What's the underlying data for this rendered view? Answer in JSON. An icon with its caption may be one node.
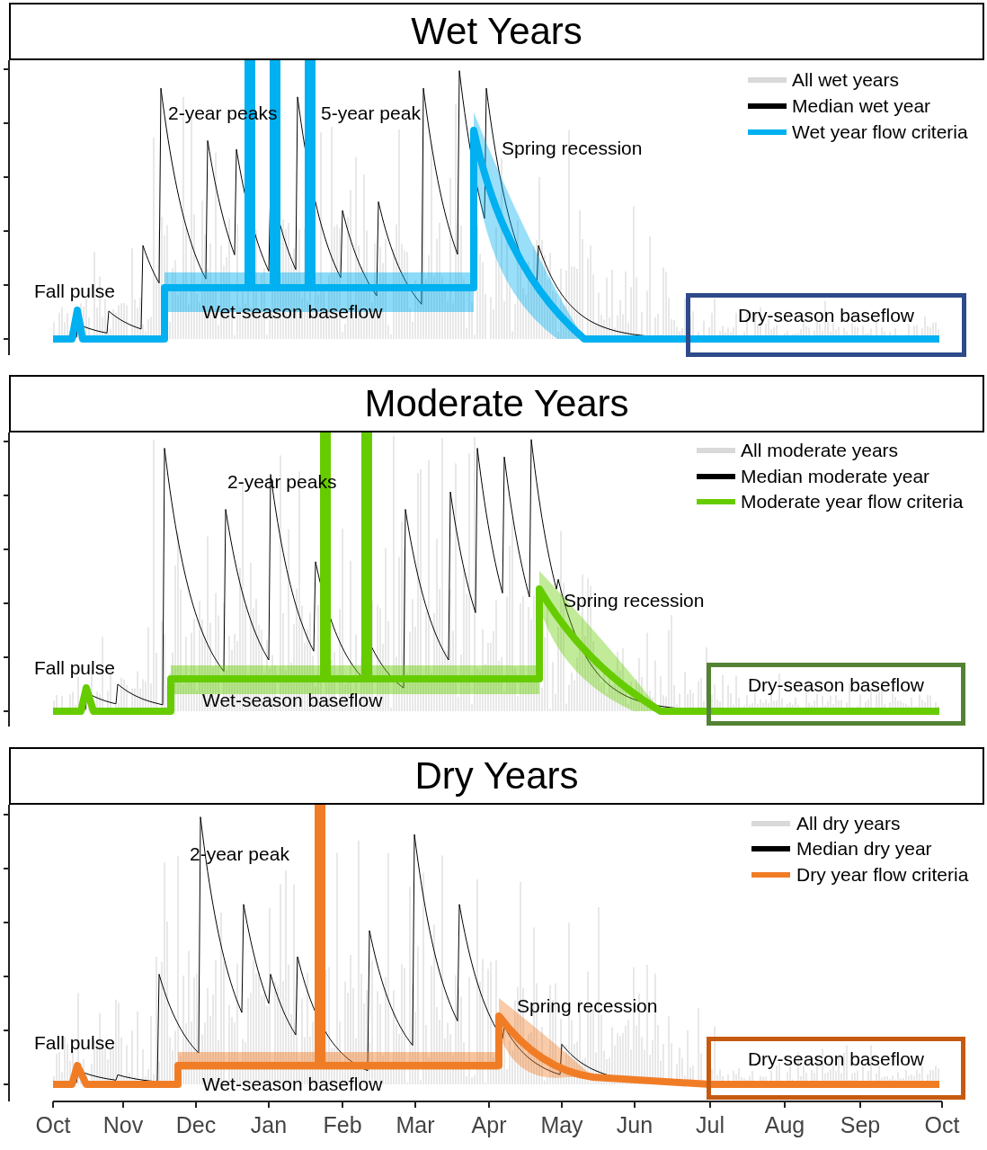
{
  "diagram": {
    "nodes": [
      {
        "text": [
          "Wet Years"
        ]
      },
      {
        "text": [
          "Dry-season baseflow"
        ]
      },
      {
        "text": [
          "Moderate Years"
        ]
      },
      {
        "text": [
          "Dry-season baseflow"
        ]
      },
      {
        "text": [
          "Dry Years"
        ]
      },
      {
        "text": [
          "Dry-season baseflow"
        ]
      }
    ],
    "edges": [],
    "labels": [
      "2-year peaks",
      "5-year peak",
      "Spring recession",
      "Fall pulse",
      "Wet-season baseflow",
      "2-year peaks",
      "Spring recession",
      "Fall pulse",
      "Wet-season baseflow",
      "2-year peak",
      "Spring recession",
      "Fall pulse",
      "Wet-season baseflow",
      "Oct",
      "Nov",
      "Dec",
      "Jan",
      "Feb",
      "Mar",
      "Apr",
      "May",
      "Jun",
      "Jul",
      "Aug",
      "Sep",
      "Oct"
    ],
    "legend": [
      {
        "text": "All wet years",
        "color": "#d9d9d9"
      },
      {
        "text": "Median wet year",
        "color": "#000000"
      },
      {
        "text": "Wet year flow criteria",
        "color": "#00b0f0"
      },
      {
        "text": "All moderate years",
        "color": "#d9d9d9"
      },
      {
        "text": "Median moderate year",
        "color": "#000000"
      },
      {
        "text": "Moderate year flow criteria",
        "color": "#66cc00"
      },
      {
        "text": "All dry years",
        "color": "#d9d9d9"
      },
      {
        "text": "Median dry year",
        "color": "#000000"
      },
      {
        "text": "Dry year flow criteria",
        "color": "#f07d26"
      }
    ]
  }
}
